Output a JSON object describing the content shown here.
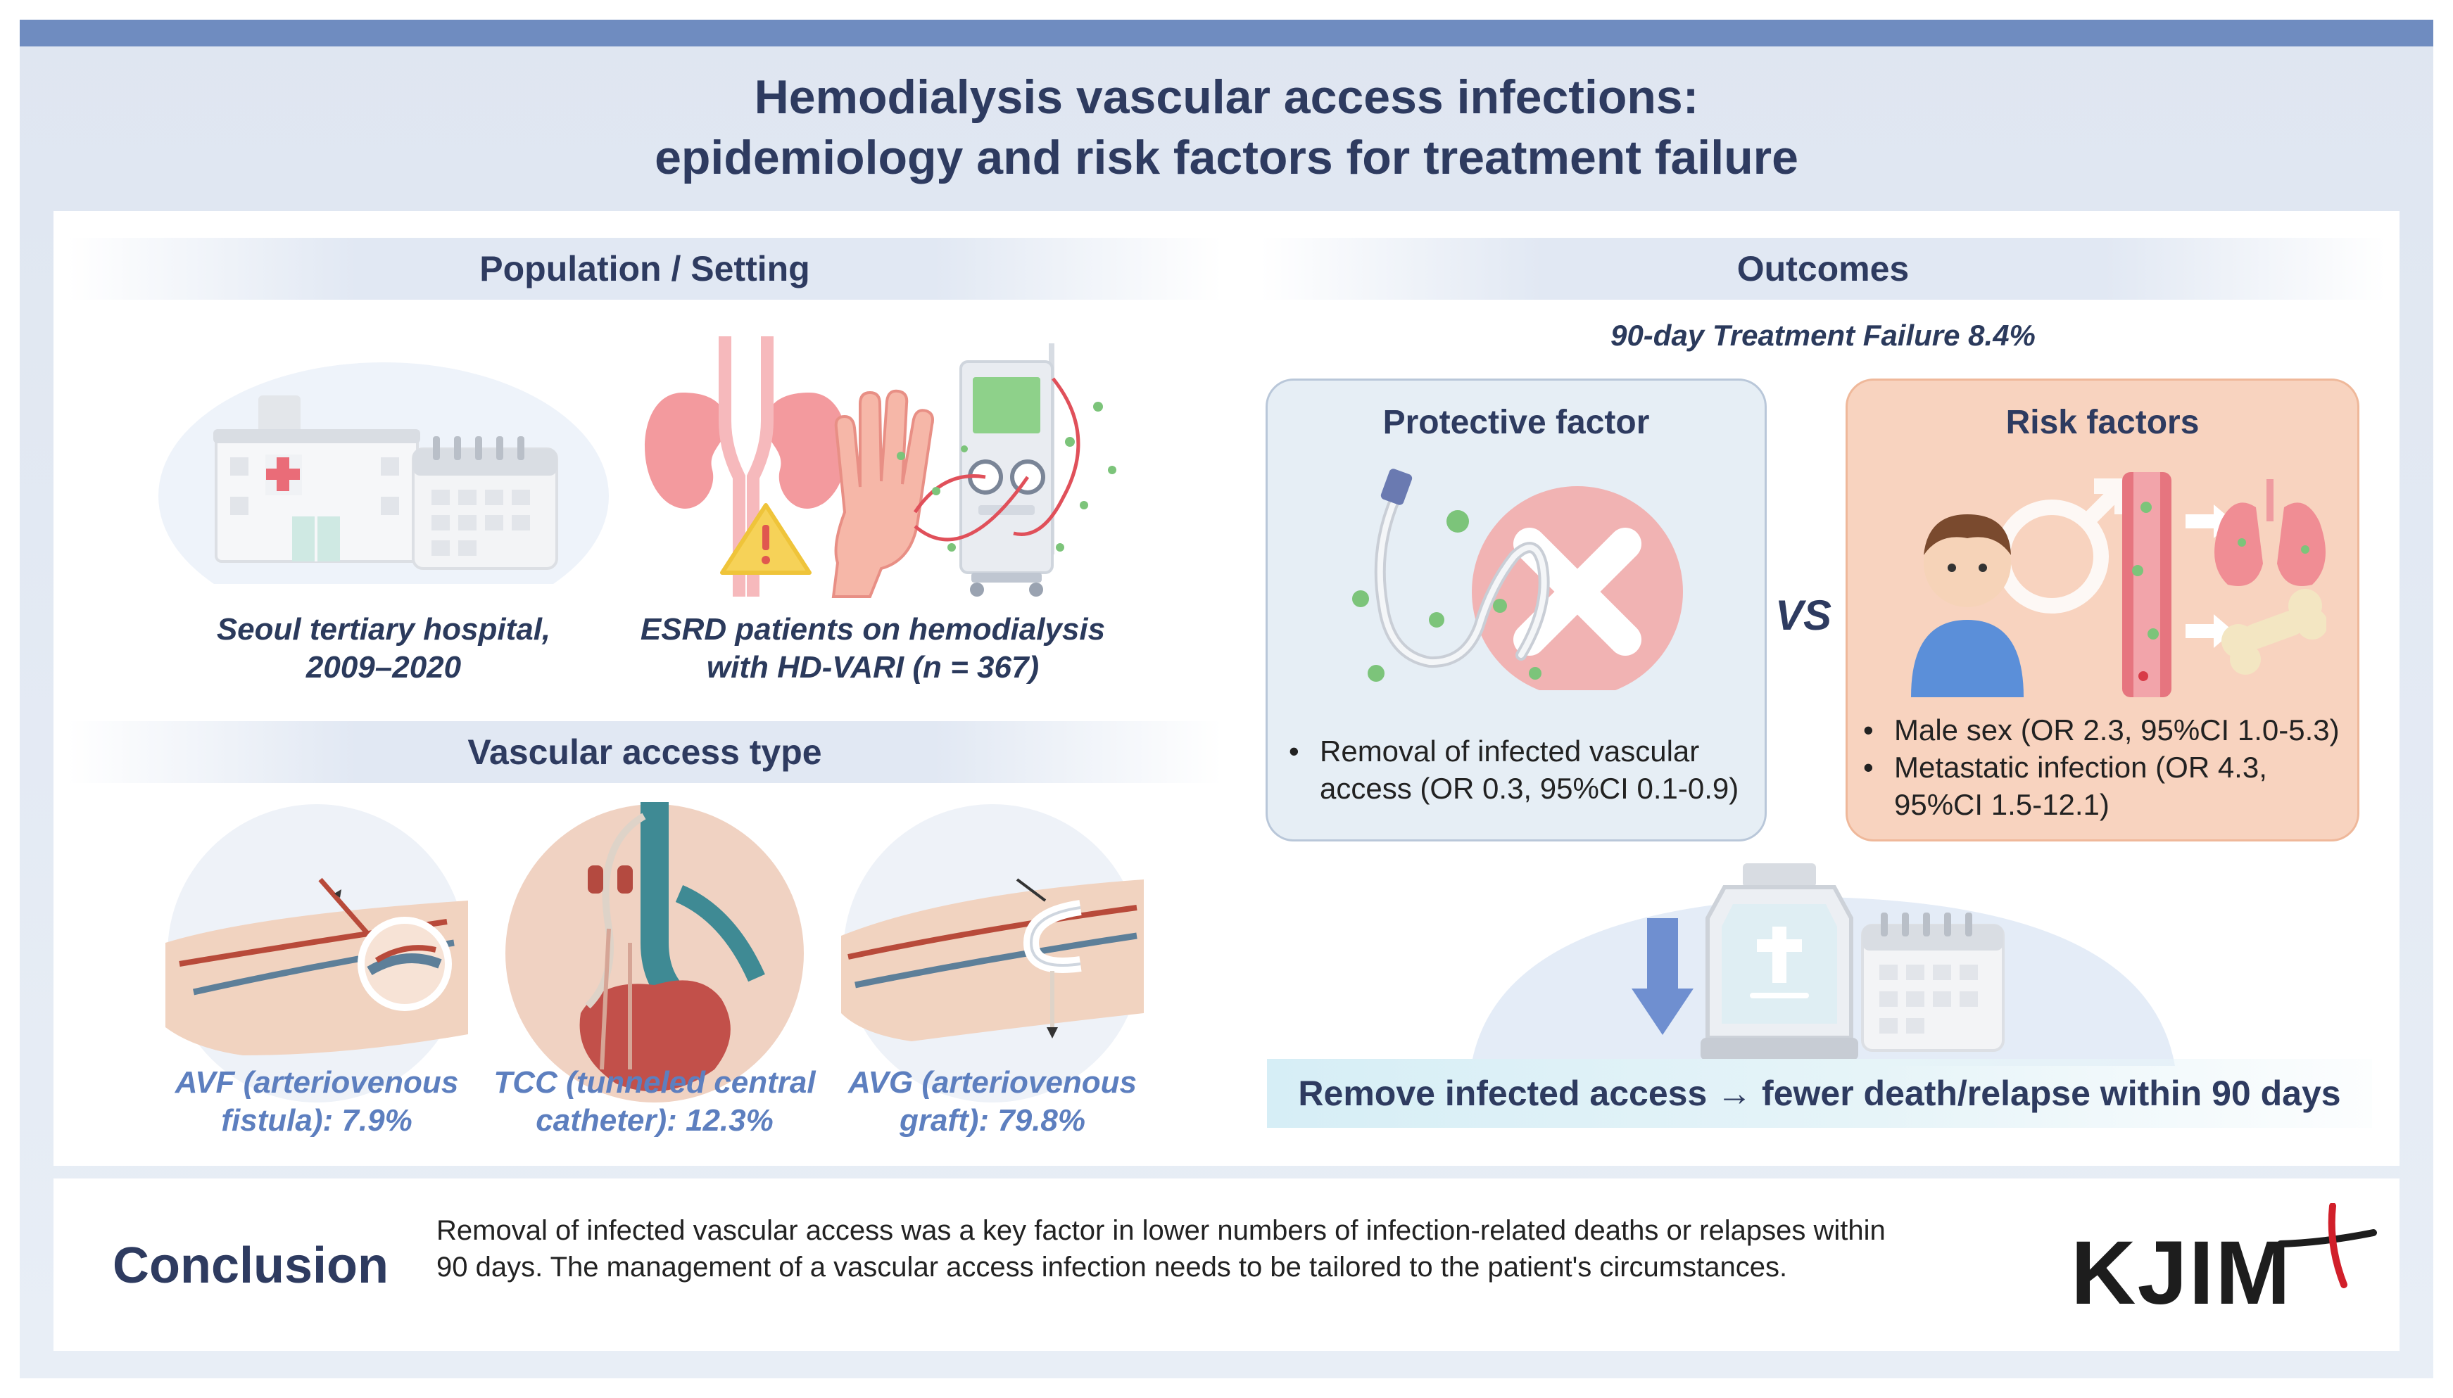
{
  "title": {
    "line1": "Hemodialysis vascular access infections:",
    "line2": "epidemiology and risk factors for treatment failure"
  },
  "population": {
    "heading": "Population / Setting",
    "hospital_caption": [
      "Seoul tertiary hospital,",
      "2009–2020"
    ],
    "patients_caption": [
      "ESRD patients on hemodialysis",
      "with HD-VARI (n = 367)"
    ]
  },
  "access": {
    "heading": "Vascular access type",
    "types": [
      {
        "line1": "AVF (arteriovenous",
        "line2": "fistula): 7.9%"
      },
      {
        "line1": "TCC (tunneled central",
        "line2": "catheter): 12.3%"
      },
      {
        "line1": "AVG (arteriovenous",
        "line2": "graft): 79.8%"
      }
    ]
  },
  "outcomes": {
    "heading": "Outcomes",
    "treatment_failure": "90-day Treatment Failure 8.4%",
    "protective": {
      "heading": "Protective factor",
      "bullets": [
        "Removal of infected vascular access (OR 0.3, 95%CI 0.1-0.9)"
      ]
    },
    "vs_label": "VS",
    "risk": {
      "heading": "Risk factors",
      "bullets": [
        "Male sex (OR 2.3, 95%CI 1.0-5.3)",
        "Metastatic infection (OR 4.3, 95%CI 1.5-12.1)"
      ]
    },
    "summary": "Remove infected access → fewer death/relapse within 90 days"
  },
  "conclusion": {
    "label": "Conclusion",
    "text": "Removal of infected vascular access was a key factor in lower numbers of infection-related deaths or relapses within 90 days. The management of a vascular access infection needs to be tailored to the patient's circumstances."
  },
  "logo": "KJIM",
  "colors": {
    "navy": "#2e3b60",
    "accent_blue": "#5d7fbf",
    "protective_bg": "#e6eef5",
    "risk_bg": "#f8d3bf",
    "logo_red": "#d11f2a"
  }
}
